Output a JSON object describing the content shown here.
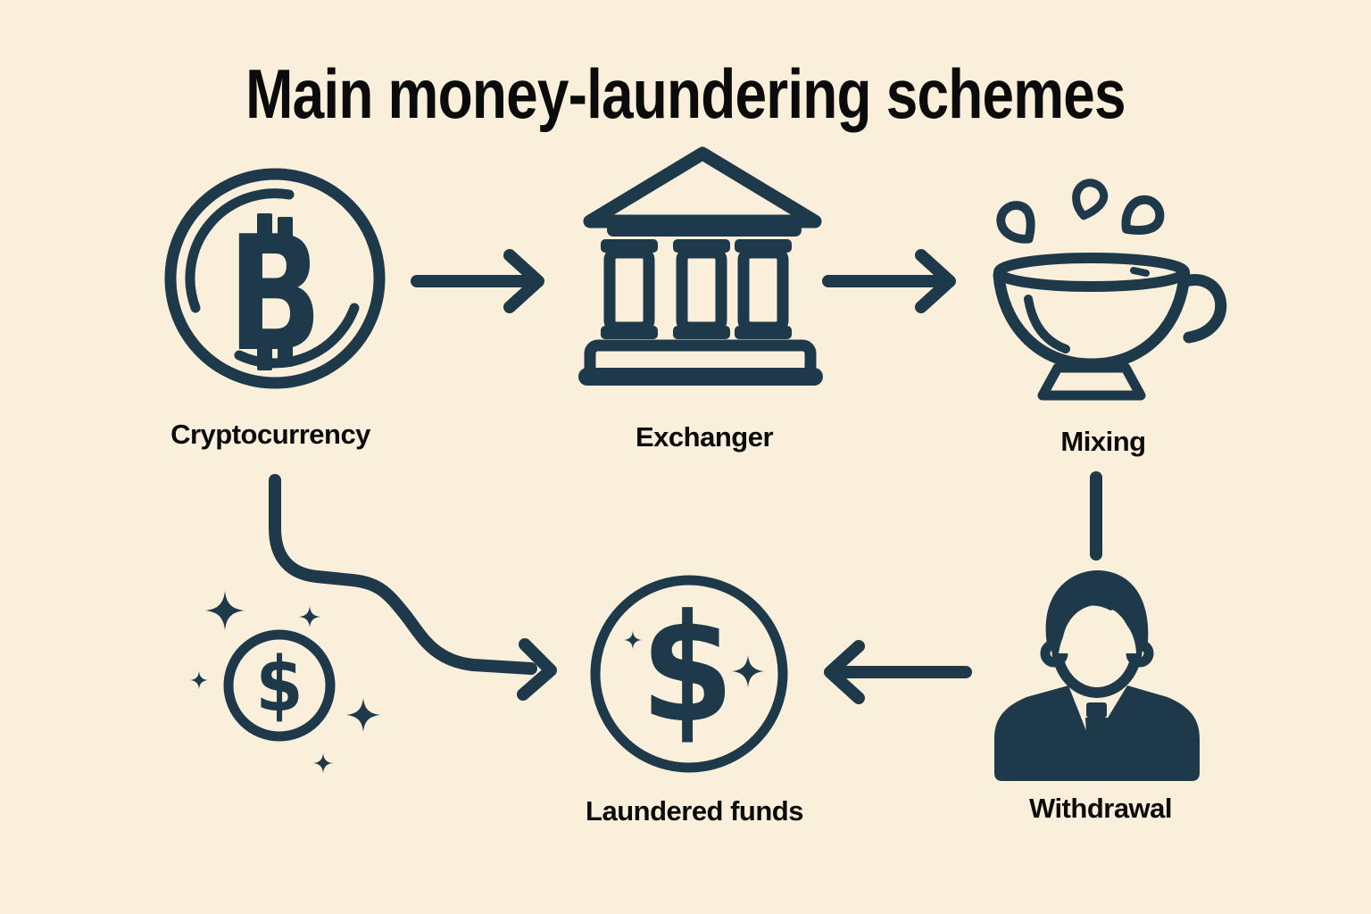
{
  "title": "Main money-laundering schemes",
  "colors": {
    "background": "#f9efdb",
    "ink": "#1e3a4a",
    "text": "#0b0b0b"
  },
  "glyphs": {
    "bitcoin": "B",
    "dollar": "$",
    "small_dollar": "$"
  },
  "nodes": [
    {
      "id": "cryptocurrency",
      "label": "Cryptocurrency",
      "icon": "bitcoin-coin-icon"
    },
    {
      "id": "exchanger",
      "label": "Exchanger",
      "icon": "bank-icon"
    },
    {
      "id": "mixing",
      "label": "Mixing",
      "icon": "mixing-cup-icon"
    },
    {
      "id": "laundered-funds",
      "label": "Laundered funds",
      "icon": "dollar-circle-icon"
    },
    {
      "id": "withdrawal",
      "label": "Withdrawal",
      "icon": "businessman-icon"
    }
  ],
  "decorations": [
    {
      "id": "sparkling-dollar-coin",
      "icon": "sparkling-dollar-coin-icon"
    }
  ],
  "edges": [
    {
      "from": "cryptocurrency",
      "to": "exchanger",
      "style": "straight-arrow-right"
    },
    {
      "from": "exchanger",
      "to": "mixing",
      "style": "straight-arrow-right"
    },
    {
      "from": "mixing",
      "to": "withdrawal",
      "style": "vertical-line"
    },
    {
      "from": "withdrawal",
      "to": "laundered-funds",
      "style": "straight-arrow-left"
    },
    {
      "from": "cryptocurrency",
      "to": "laundered-funds",
      "style": "curved-arrow"
    }
  ]
}
